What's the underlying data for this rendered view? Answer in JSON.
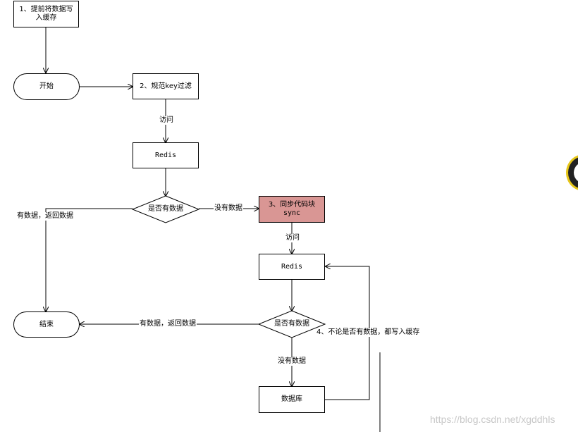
{
  "nodes": {
    "prewarm": "1、提前将数据写入缓存",
    "start": "开始",
    "normalize": "2、规范key过滤",
    "redis_first": "Redis",
    "check_first": "是否有数据",
    "sync_line1": "3、同步代码块",
    "sync_line2": "sync",
    "redis_second": "Redis",
    "check_second": "是否有数据",
    "end": "结束",
    "database": "数据库"
  },
  "edges": {
    "access_first": "访问",
    "no_data_first": "没有数据",
    "has_data_first": "有数据，返回数据",
    "access_second": "访问",
    "has_data_second": "有数据，返回数据",
    "no_data_second": "没有数据",
    "write_back": "4、不论是否有数据，都写入缓存"
  },
  "colors": {
    "sync_fill": "#d99694",
    "stroke": "#000000",
    "watermark": "#c8c8c8"
  },
  "watermark": "https://blog.csdn.net/xgddhls"
}
